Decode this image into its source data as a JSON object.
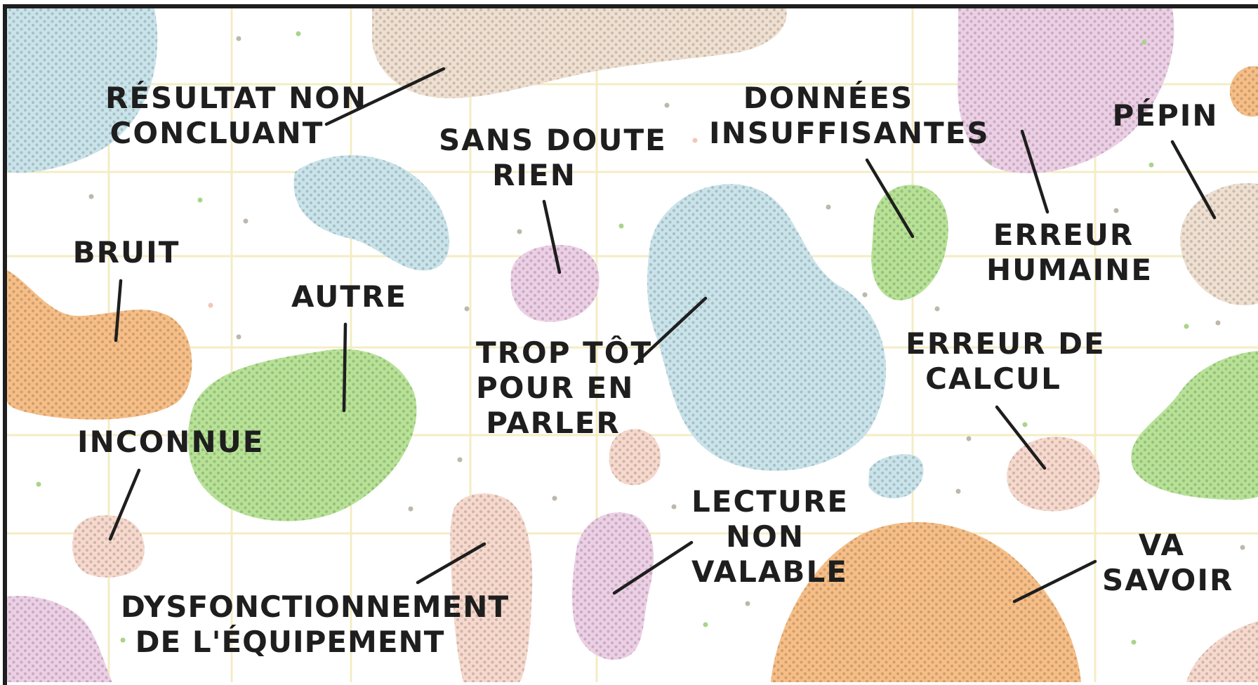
{
  "colors": {
    "frame": "#1e1e1e",
    "grid": "#f4ecc4",
    "blue": "#c9e3ea",
    "tan": "#eedfd0",
    "pink": "#eccfe5",
    "orange": "#f6be86",
    "green": "#b7e296",
    "peach": "#f6d8cc"
  },
  "labels": {
    "resultat": [
      "RÉSULTAT NON",
      "CONCLUANT"
    ],
    "sans_doute": [
      "SANS DOUTE",
      "RIEN"
    ],
    "donnees": [
      "DONNÉES",
      "INSUFFISANTES"
    ],
    "pepin": [
      "PÉPIN"
    ],
    "bruit": [
      "BRUIT"
    ],
    "autre": [
      "AUTRE"
    ],
    "erreur_humaine": [
      "ERREUR",
      "HUMAINE"
    ],
    "trop_tot": [
      "TROP TÔT",
      "POUR EN",
      "PARLER"
    ],
    "erreur_calcul": [
      "ERREUR DE",
      "CALCUL"
    ],
    "inconnue": [
      "INCONNUE"
    ],
    "lecture": [
      "LECTURE",
      "NON",
      "VALABLE"
    ],
    "va_savoir": [
      "VA",
      "SAVOIR"
    ],
    "dysfonctionnement": [
      "DYSFONCTIONNEMENT",
      "DE L'ÉQUIPEMENT"
    ]
  }
}
